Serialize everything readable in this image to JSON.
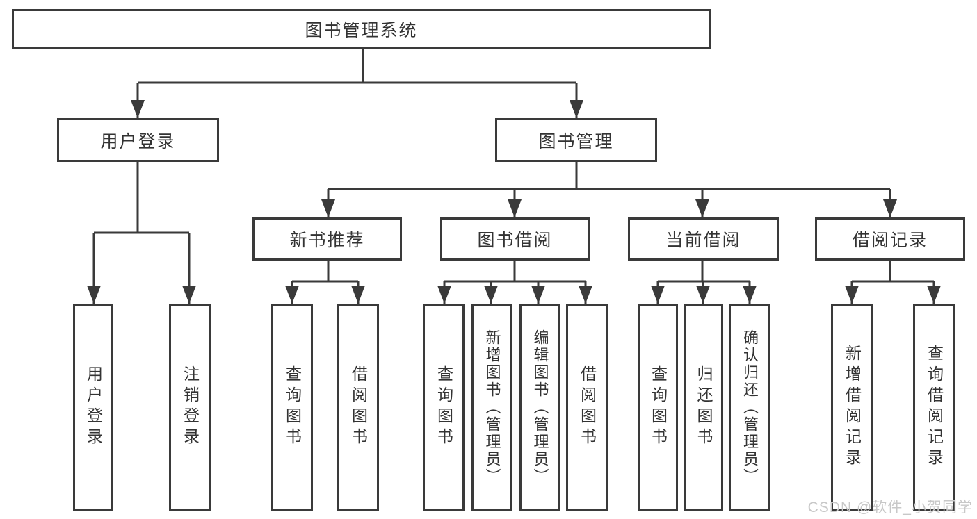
{
  "tree": {
    "root": {
      "label": "图书管理系统"
    },
    "branches": [
      {
        "label": "用户登录",
        "children": [
          {
            "label": "用户登录"
          },
          {
            "label": "注销登录"
          }
        ]
      },
      {
        "label": "图书管理",
        "children": [
          {
            "label": "新书推荐",
            "children": [
              {
                "label": "查询图书"
              },
              {
                "label": "借阅图书"
              }
            ]
          },
          {
            "label": "图书借阅",
            "children": [
              {
                "label": "查询图书"
              },
              {
                "label": "新增图书（管理员）"
              },
              {
                "label": "编辑图书（管理员）"
              },
              {
                "label": "借阅图书"
              }
            ]
          },
          {
            "label": "当前借阅",
            "children": [
              {
                "label": "查询图书"
              },
              {
                "label": "归还图书"
              },
              {
                "label": "确认归还（管理员）"
              }
            ]
          },
          {
            "label": "借阅记录",
            "children": [
              {
                "label": "新增借阅记录"
              },
              {
                "label": "查询借阅记录"
              }
            ]
          }
        ]
      }
    ]
  },
  "watermark": {
    "text": "CSDN @软件_小贺同学"
  },
  "colors": {
    "line": "#3a3a3a",
    "text": "#333333",
    "watermark": "#c8c8c8",
    "background": "#ffffff"
  }
}
